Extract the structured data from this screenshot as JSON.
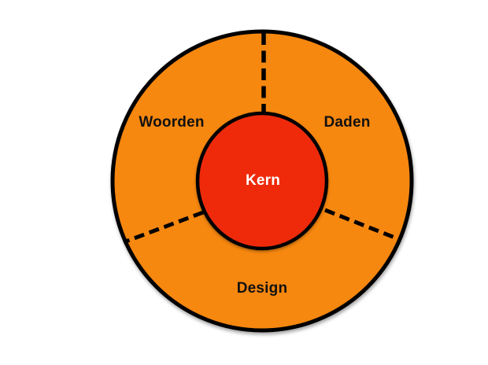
{
  "diagram": {
    "type": "concentric-ring-with-three-segments",
    "core": {
      "label": "Kern"
    },
    "segments": [
      {
        "label": "Woorden",
        "position": "upper-left"
      },
      {
        "label": "Daden",
        "position": "upper-right"
      },
      {
        "label": "Design",
        "position": "bottom"
      }
    ],
    "colors": {
      "ring_fill": "#F6870F",
      "core_fill": "#EE2A0A",
      "outline": "#000000",
      "divider": "#000000",
      "segment_text": "#111111",
      "core_text": "#FFFFFF",
      "background": "#FFFFFF"
    }
  }
}
